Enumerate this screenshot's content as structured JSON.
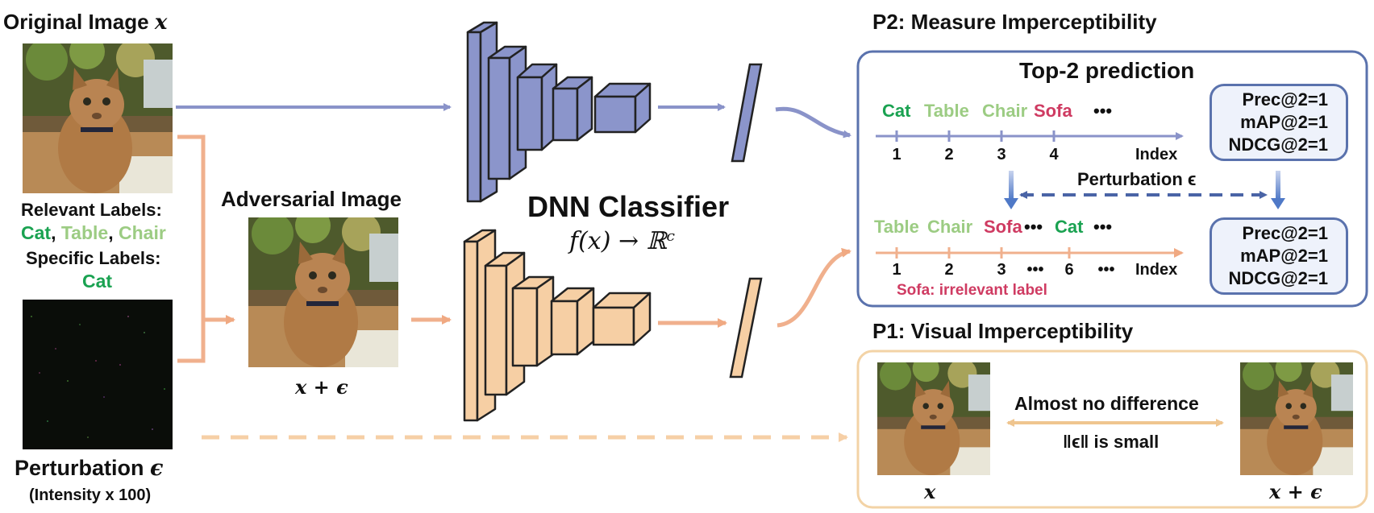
{
  "original": {
    "title": "Original Image ",
    "title_var": "x",
    "relevant_heading": "Relevant Labels:",
    "relevant_labels": [
      "Cat",
      ", ",
      "Table",
      ", ",
      "Chair"
    ],
    "specific_heading": "Specific Labels:",
    "specific_label": "Cat"
  },
  "perturbation": {
    "title": "Perturbation ",
    "title_var": "ϵ",
    "subtitle": "(Intensity x 100)"
  },
  "adversarial": {
    "title": "Adversarial Image",
    "caption": "x + ϵ"
  },
  "classifier": {
    "title": "DNN Classifier",
    "formula": "f(x) → ℝᶜ"
  },
  "p2": {
    "title": "P2: Measure Imperceptibility",
    "box_title": "Top-2 prediction",
    "top_row": {
      "preds": [
        "Cat",
        "Table",
        "Chair",
        "Sofa",
        "•••"
      ],
      "ticks": [
        "1",
        "2",
        "3",
        "4"
      ],
      "index_label": "Index"
    },
    "bottom_row": {
      "preds": [
        "Table",
        "Chair",
        "Sofa",
        "•••",
        "Cat",
        "•••"
      ],
      "ticks": [
        "1",
        "2",
        "3",
        "•••",
        "6",
        "•••"
      ],
      "index_label": "Index",
      "note": "Sofa: irrelevant label"
    },
    "perturbation_label": "Perturbation ϵ",
    "metrics_top": [
      "Prec@2=1",
      "mAP@2=1",
      "NDCG@2=1"
    ],
    "metrics_bottom": [
      "Prec@2=1",
      "mAP@2=1",
      "NDCG@2=1"
    ]
  },
  "p1": {
    "title": "P1: Visual Imperceptibility",
    "left_caption": "x",
    "right_caption": "x + ϵ",
    "diff_label": "Almost no difference",
    "norm_label": "‖ϵ‖ is small"
  },
  "colors": {
    "blue": "#8a93c9",
    "orange": "#f0b891",
    "frame_blue": "#5a72ad",
    "frame_orange": "#f3d3a6",
    "green": "#1aa251",
    "light_green": "#9ccc83",
    "red": "#cf3b62"
  }
}
